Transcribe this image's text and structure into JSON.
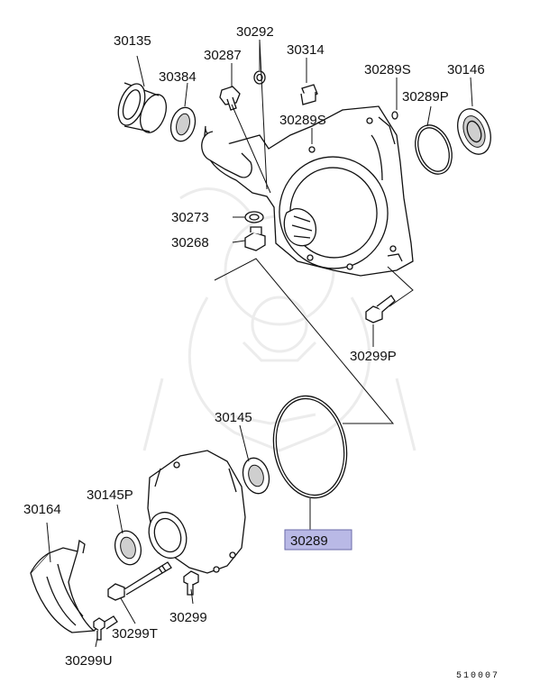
{
  "labels": {
    "p30135": "30135",
    "p30292": "30292",
    "p30287": "30287",
    "p30314": "30314",
    "p30384": "30384",
    "p30289s_top": "30289S",
    "p30146": "30146",
    "p30289p": "30289P",
    "p30289s_mid": "30289S",
    "p30273": "30273",
    "p30268": "30268",
    "p30299p": "30299P",
    "p30145": "30145",
    "p30145p": "30145P",
    "p30164": "30164",
    "p30289": "30289",
    "p30299": "30299",
    "p30299t": "30299T",
    "p30299u": "30299U"
  },
  "footer": {
    "diagram_code": "510007"
  },
  "colors": {
    "highlight_fill": "#b9b9e6",
    "highlight_border": "#6a6aa8",
    "line": "#111111"
  }
}
